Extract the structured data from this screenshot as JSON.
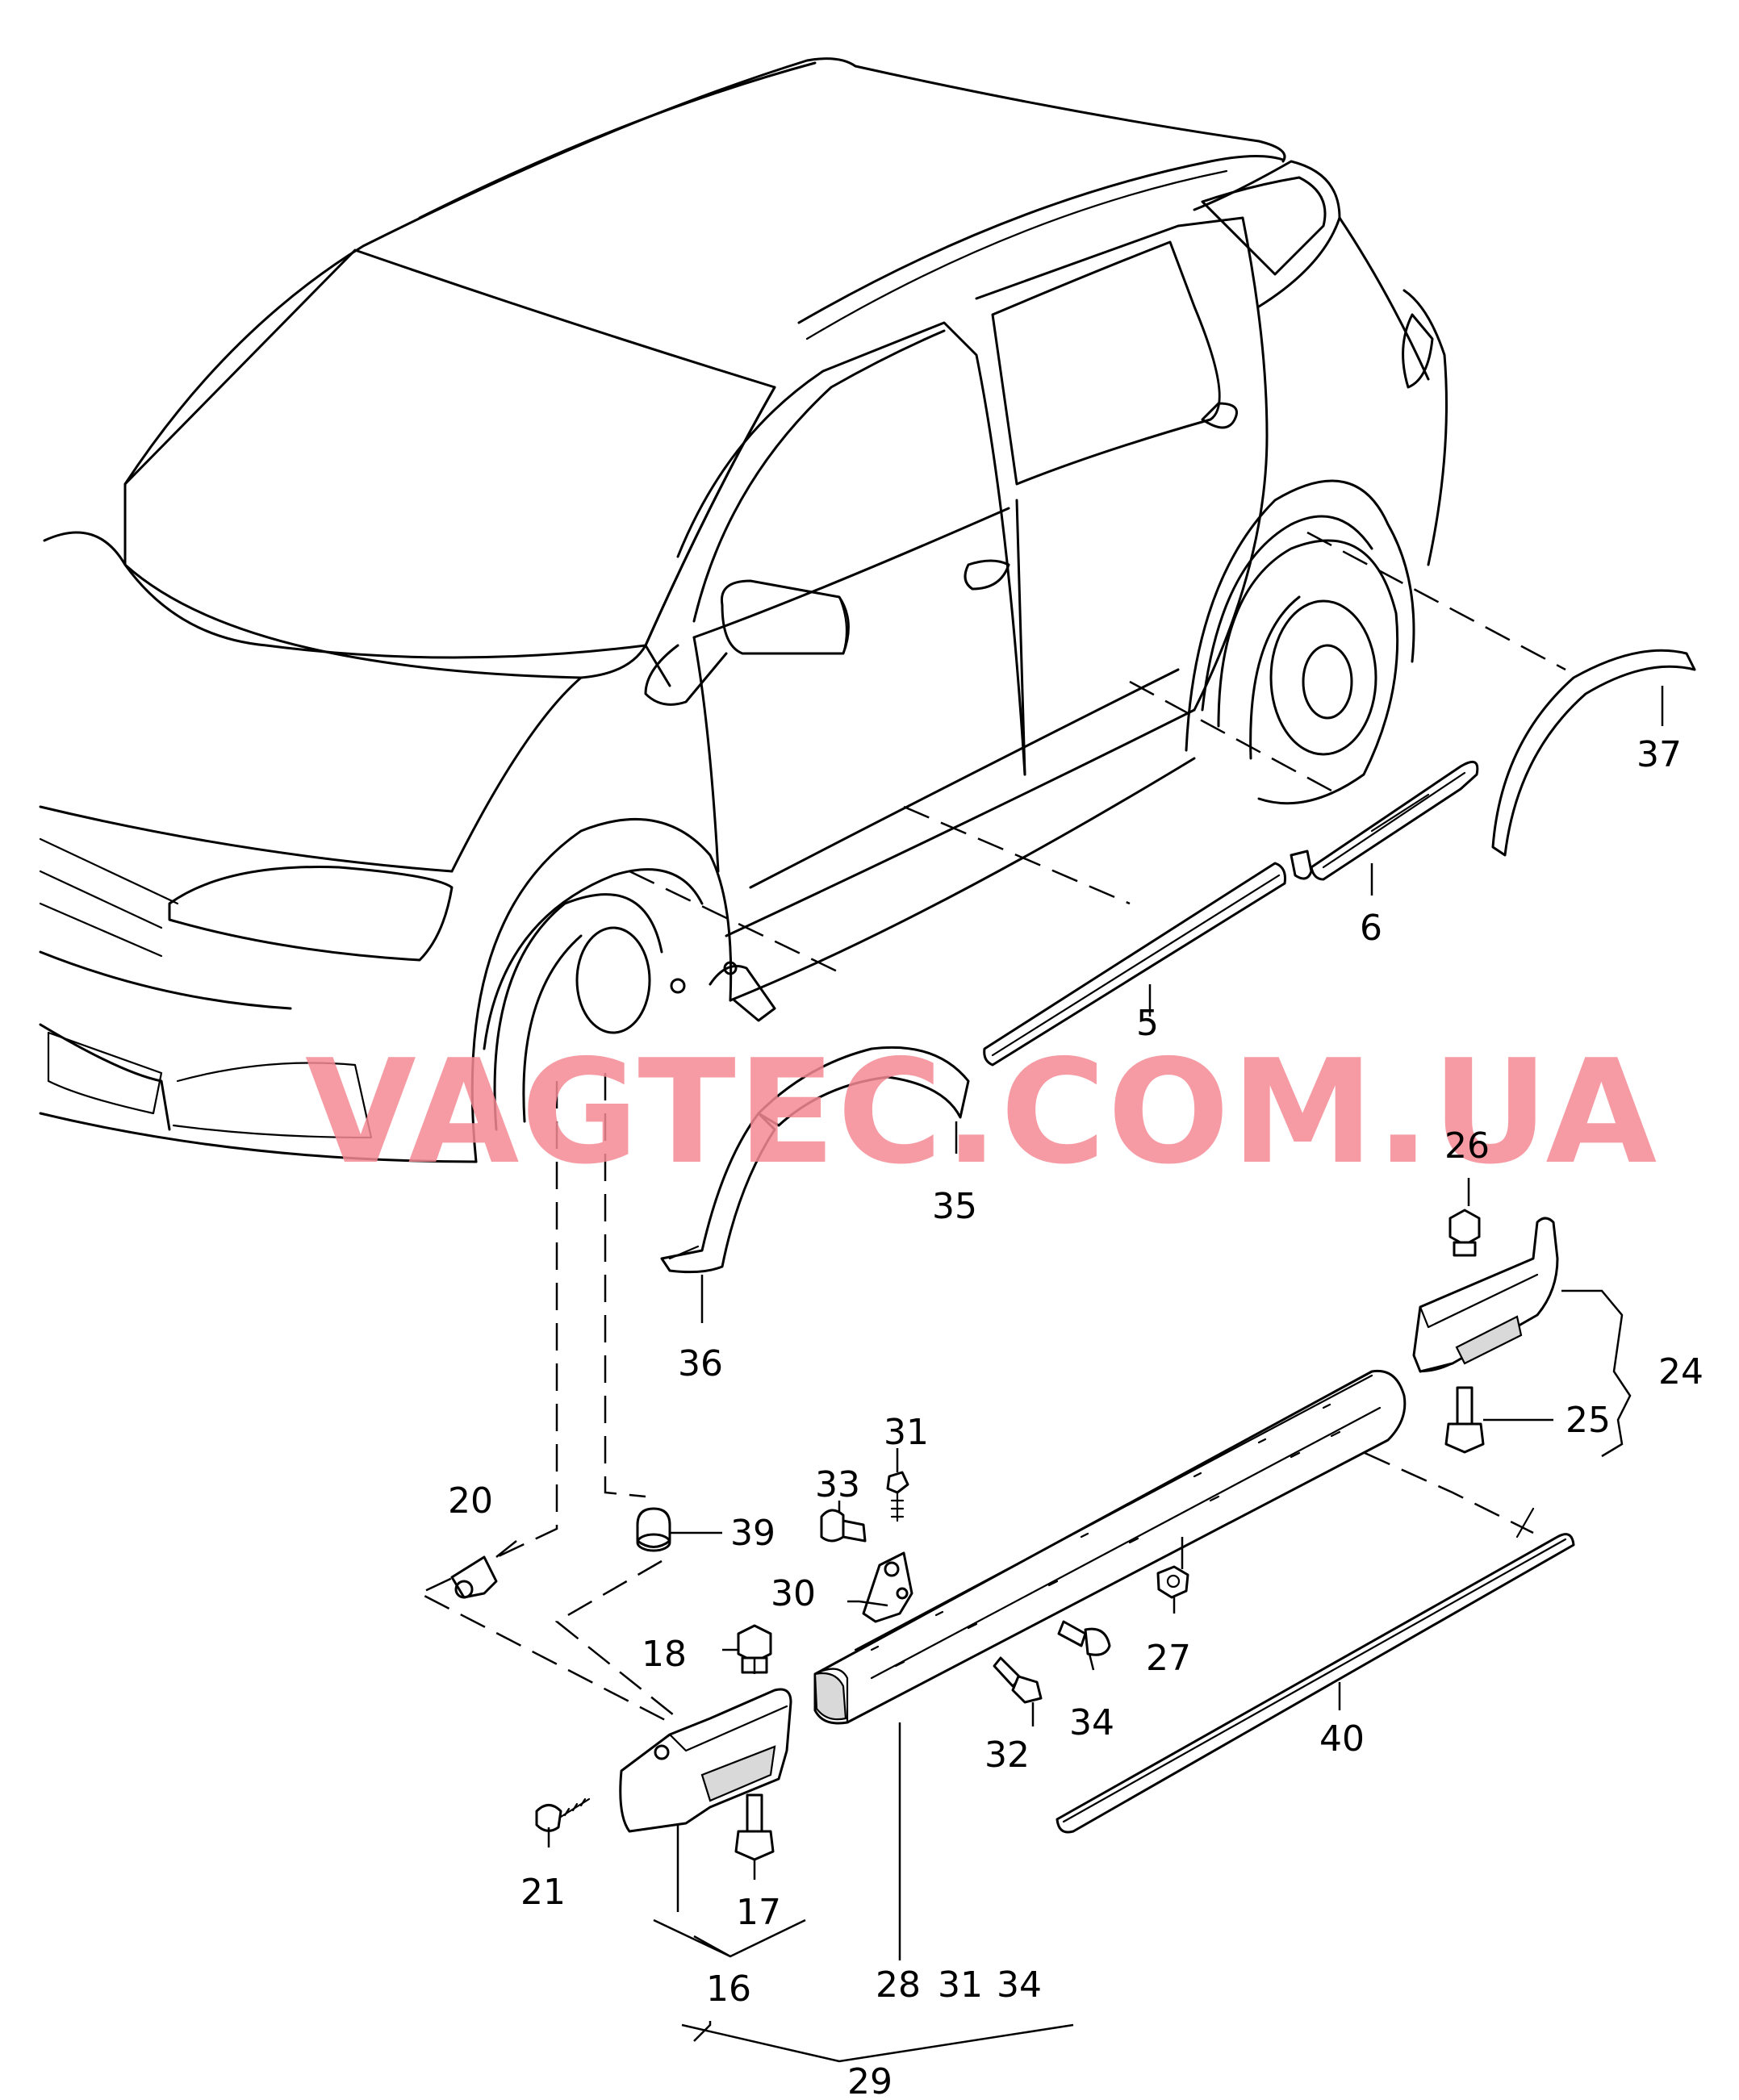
{
  "watermark": "VAGTEC.COM.UA",
  "callouts": {
    "c5": "5",
    "c6": "6",
    "c16": "16",
    "c17": "17",
    "c18": "18",
    "c20": "20",
    "c21": "21",
    "c24": "24",
    "c25": "25",
    "c26": "26",
    "c27": "27",
    "c28": "28",
    "c29": "29",
    "c30": "30",
    "c31a": "31",
    "c31b": "31",
    "c32": "32",
    "c33": "33",
    "c34a": "34",
    "c34b": "34",
    "c35": "35",
    "c36": "36",
    "c37": "37",
    "c39": "39",
    "c40": "40"
  },
  "colors": {
    "line": "#000000",
    "watermark": "#f48a93"
  }
}
